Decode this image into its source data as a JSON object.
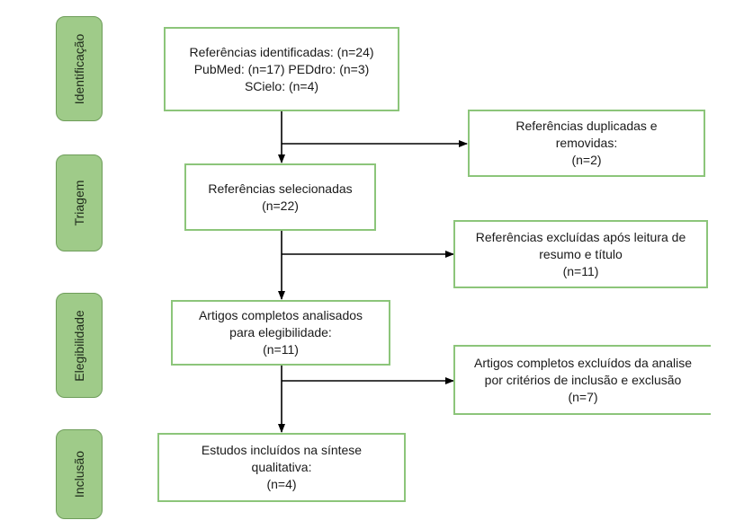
{
  "stages": [
    {
      "id": "identificacao",
      "label": "Identificação"
    },
    {
      "id": "triagem",
      "label": "Triagem"
    },
    {
      "id": "elegibilidade",
      "label": "Elegibilidade"
    },
    {
      "id": "inclusao",
      "label": "Inclusão"
    }
  ],
  "boxes": {
    "identified": {
      "lines": [
        "Referências identificadas: (n=24)",
        "PubMed: (n=17) PEDdro: (n=3)",
        "SCielo: (n=4)"
      ]
    },
    "duplicates": {
      "lines": [
        "Referências duplicadas e",
        "removidas:",
        "(n=2)"
      ]
    },
    "selected": {
      "lines": [
        "Referências selecionadas",
        "(n=22)"
      ]
    },
    "excluded_abstract": {
      "lines": [
        "Referências excluídas após leitura de",
        "resumo e título",
        "(n=11)"
      ]
    },
    "full_text": {
      "lines": [
        "Artigos completos analisados",
        "para elegibilidade:",
        "(n=11)"
      ]
    },
    "excluded_full_text": {
      "lines": [
        "Artigos completos excluídos da analise",
        "por critérios de inclusão e exclusão",
        "(n=7)"
      ]
    },
    "included": {
      "lines": [
        "Estudos incluídos na síntese",
        "qualitativa:",
        "(n=4)"
      ]
    }
  }
}
